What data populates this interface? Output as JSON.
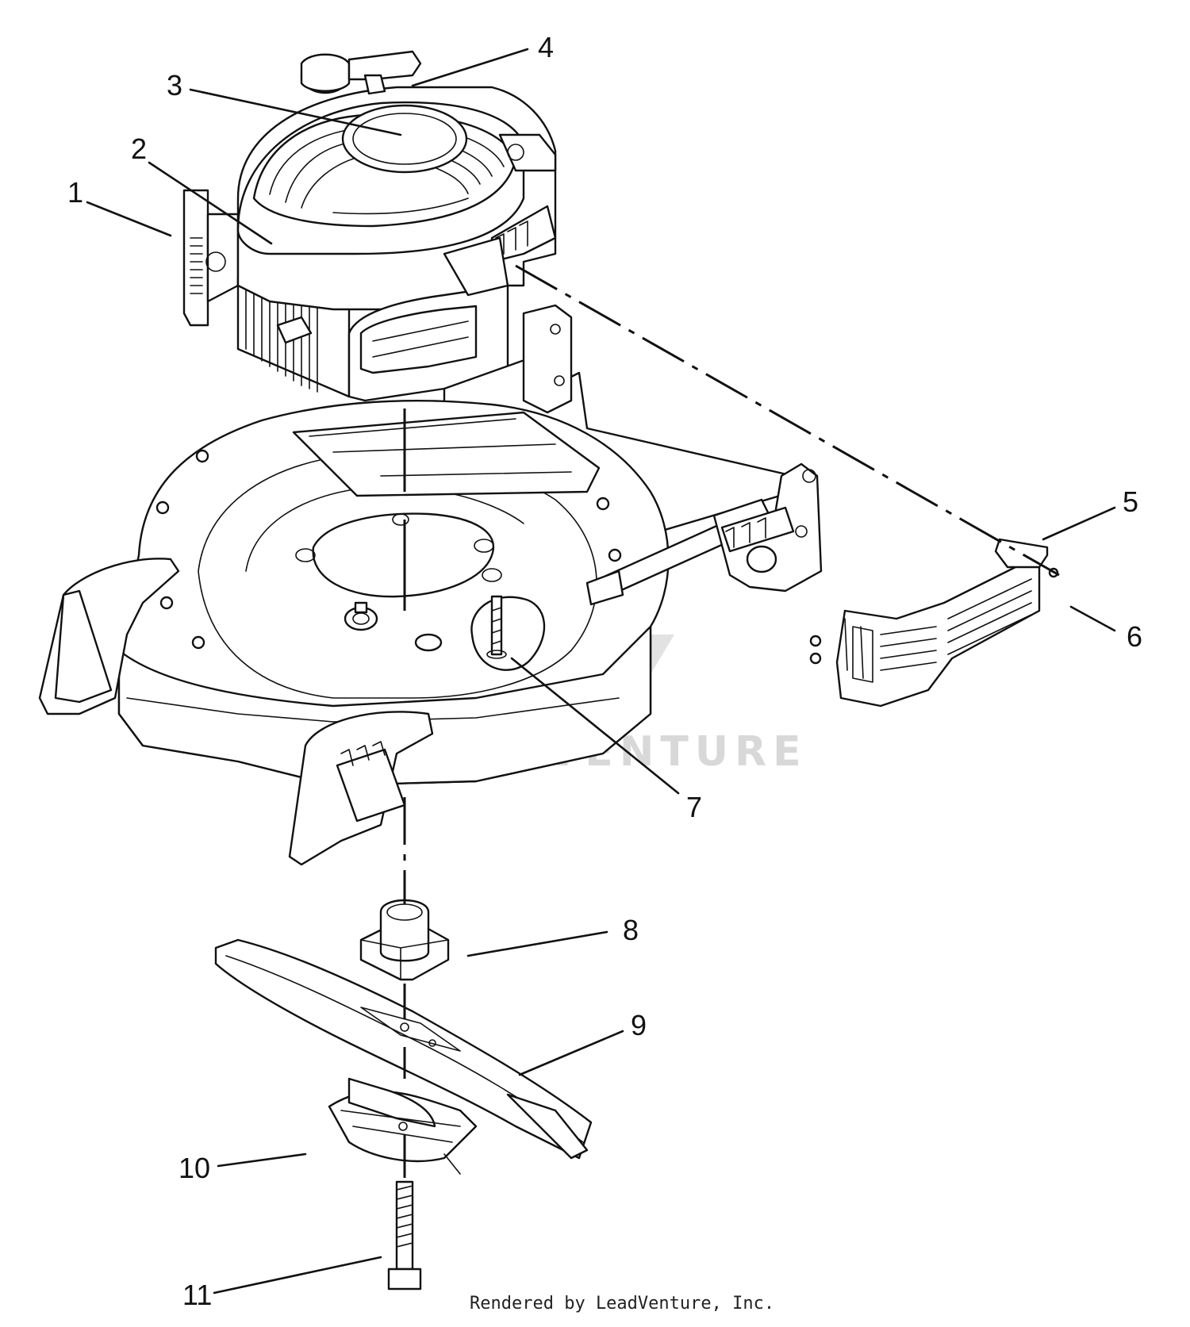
{
  "callouts": [
    {
      "id": "1",
      "label": "1"
    },
    {
      "id": "2",
      "label": "2"
    },
    {
      "id": "3",
      "label": "3"
    },
    {
      "id": "4",
      "label": "4"
    },
    {
      "id": "5",
      "label": "5"
    },
    {
      "id": "6",
      "label": "6"
    },
    {
      "id": "7",
      "label": "7"
    },
    {
      "id": "8",
      "label": "8"
    },
    {
      "id": "9",
      "label": "9"
    },
    {
      "id": "10",
      "label": "10"
    },
    {
      "id": "11",
      "label": "11"
    }
  ],
  "watermark": {
    "text": "LEADVENTURE"
  },
  "footer": {
    "text": "Rendered by LeadVenture, Inc."
  },
  "colors": {
    "line": "#111111",
    "background": "#ffffff",
    "watermark": "#d8d8d8"
  }
}
